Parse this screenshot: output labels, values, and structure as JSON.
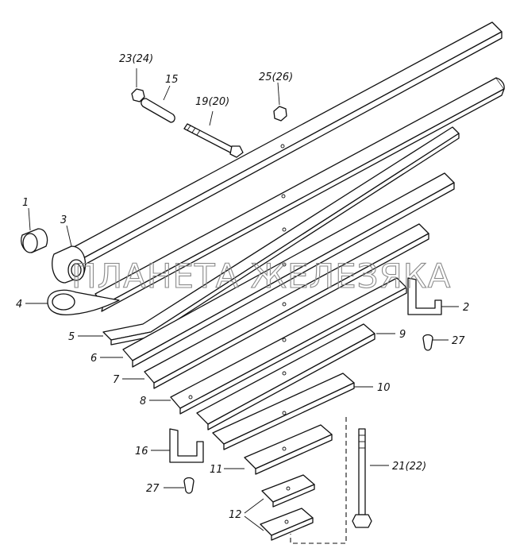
{
  "watermark": "ПЛАНЕТА ЖЕЛЕЗЯКА",
  "labels": {
    "l1": "1",
    "l2": "2",
    "l3": "3",
    "l4": "4",
    "l5": "5",
    "l6": "6",
    "l7": "7",
    "l8": "8",
    "l9": "9",
    "l10": "10",
    "l11": "11",
    "l12": "12",
    "l15": "15",
    "l16": "16",
    "l19": "19(20)",
    "l21": "21(22)",
    "l23": "23(24)",
    "l25": "25(26)",
    "l27a": "27",
    "l27b": "27"
  }
}
